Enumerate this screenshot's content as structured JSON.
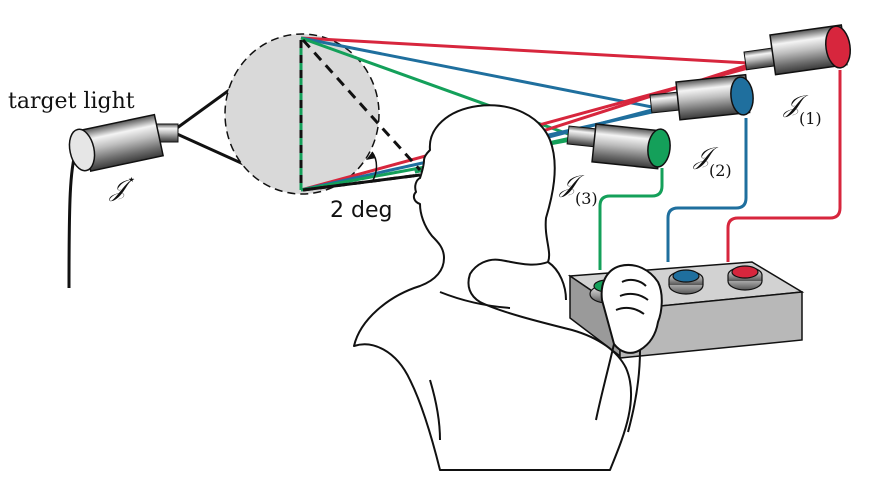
{
  "labels": {
    "target_light": "target light",
    "target_symbol": "𝒥",
    "target_sup": "⋆",
    "lamp1_symbol": "𝒥",
    "lamp1_sub": "(1)",
    "lamp2_symbol": "𝒥",
    "lamp2_sub": "(2)",
    "lamp3_symbol": "𝒥",
    "lamp3_sub": "(3)",
    "angle": "2 deg"
  },
  "colors": {
    "red": "#d7263d",
    "blue": "#1f6f9e",
    "green": "#14a05a",
    "field_gray": "#d9d9d9",
    "ink": "#111111"
  },
  "icons": {
    "target_lamp": "spotlight-icon",
    "lamp1": "spotlight-icon",
    "lamp2": "spotlight-icon",
    "lamp3": "spotlight-icon",
    "observer": "person-silhouette-icon",
    "control_box": "button-box-icon"
  }
}
